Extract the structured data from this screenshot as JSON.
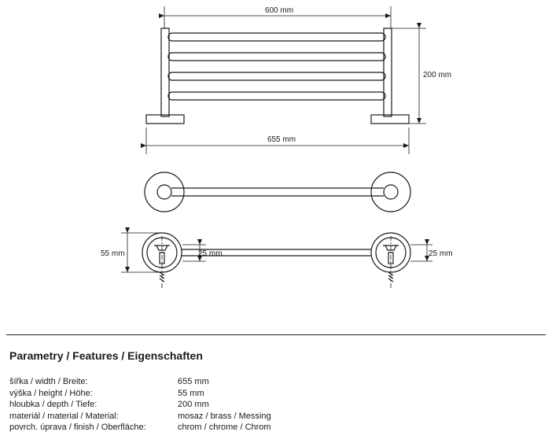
{
  "drawing": {
    "dim_front_width": "600 mm",
    "dim_front_height": "200 mm",
    "dim_overall_width": "655 mm",
    "dim_side_height": "55 mm",
    "dim_left_offset": "25 mm",
    "dim_right_offset": "25 mm"
  },
  "specs": {
    "title": "Parametry / Features / Eigenschaften",
    "rows": [
      {
        "label": "šířka / width / Breite:",
        "value": "655 mm"
      },
      {
        "label": "výška / height / Höhe:",
        "value": "55 mm"
      },
      {
        "label": "hloubka / depth / Tiefe:",
        "value": "200 mm"
      },
      {
        "label": "materiál / material / Material:",
        "value": "mosaz / brass / Messing"
      },
      {
        "label": "povrch. úprava / finish / Oberfläche:",
        "value": "chrom / chrome / Chrom"
      }
    ]
  }
}
